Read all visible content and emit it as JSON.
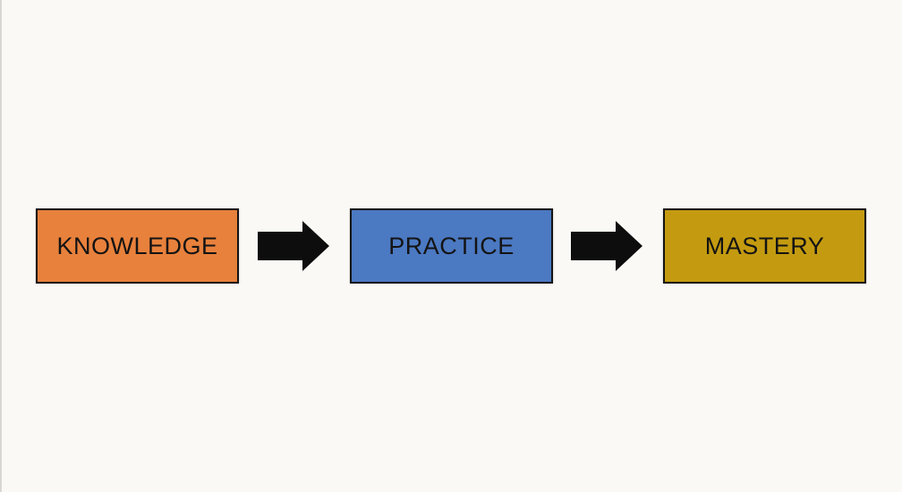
{
  "background_color": "#faf9f6",
  "diagram": {
    "title_hint": "knowledge-practice-mastery-flow",
    "border_color": "#141414",
    "text_color": "#141414",
    "arrow_color": "#0d0d0d",
    "steps": [
      {
        "label": "KNOWLEDGE",
        "fill": "#e8813c"
      },
      {
        "label": "PRACTICE",
        "fill": "#4b79c2"
      },
      {
        "label": "MASTERY",
        "fill": "#c49b10"
      }
    ]
  }
}
